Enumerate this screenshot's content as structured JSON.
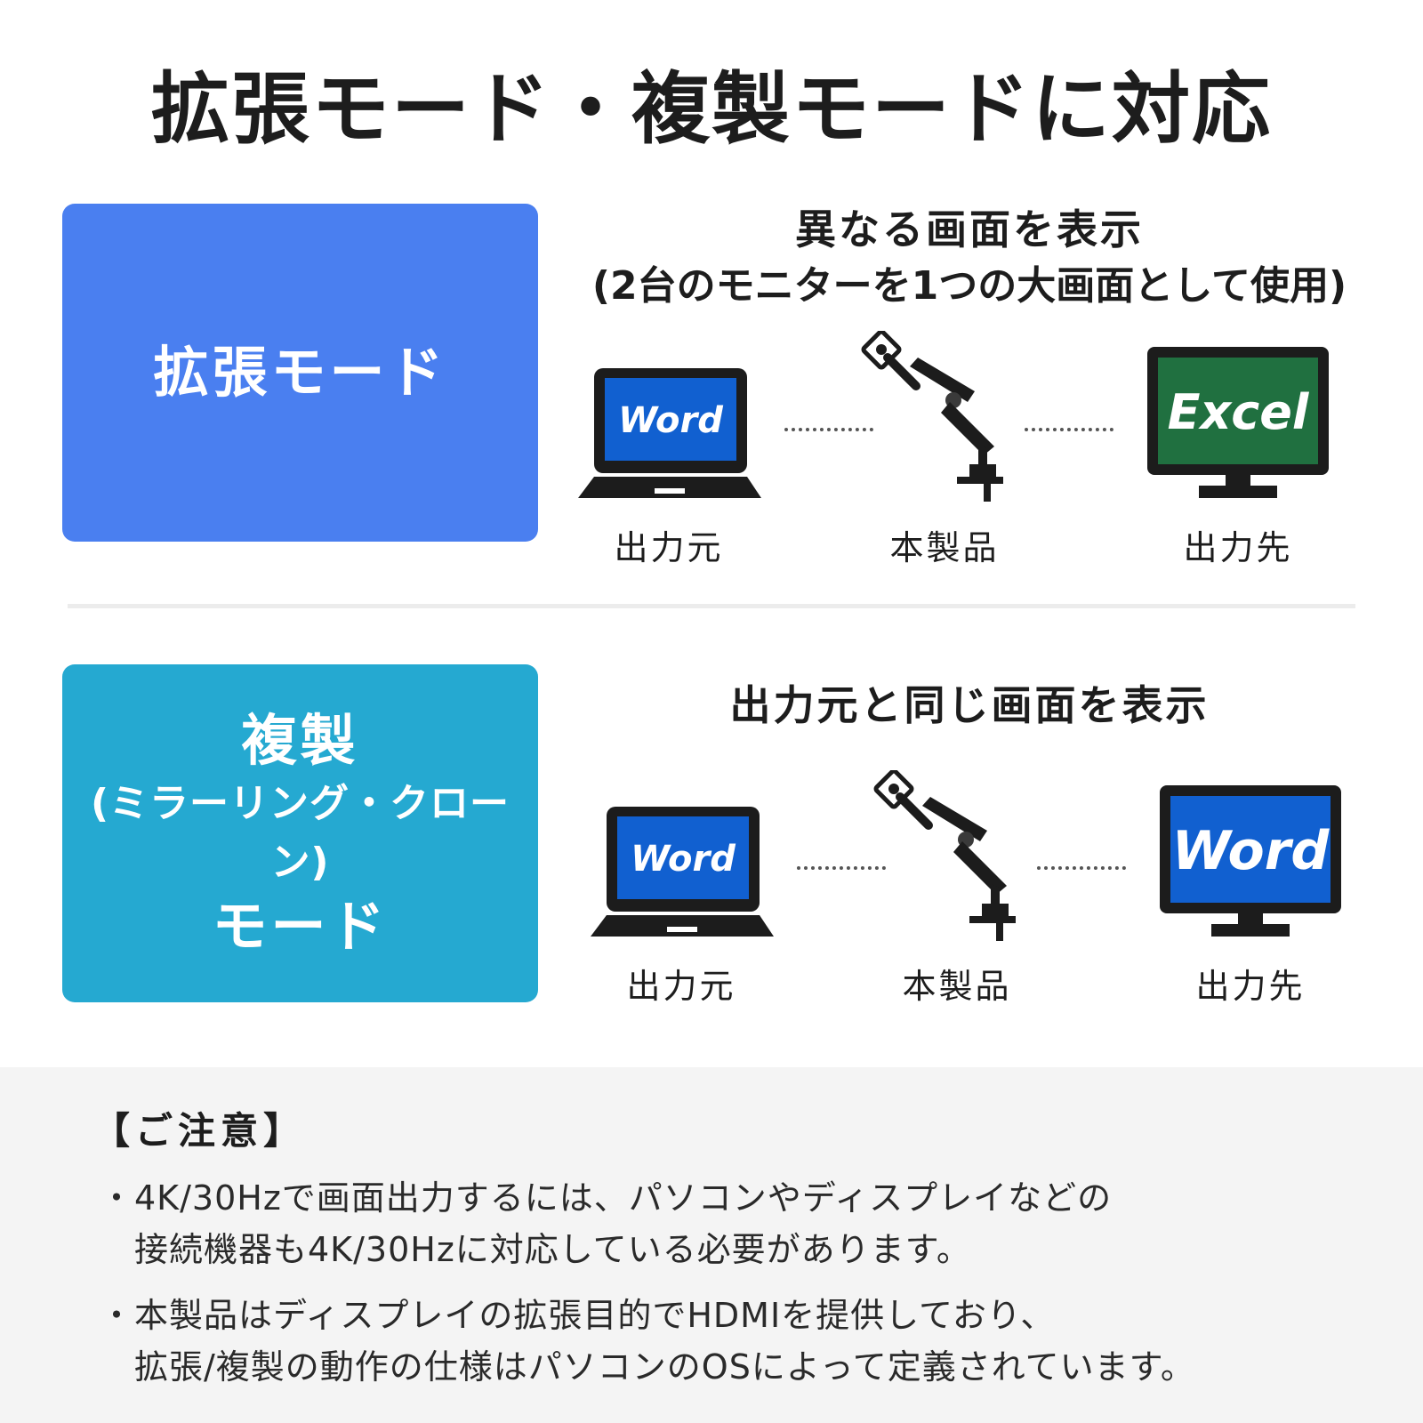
{
  "title": "拡張モード・複製モードに対応",
  "extend": {
    "box_label": "拡張モード",
    "desc_line1": "異なる画面を表示",
    "desc_line2": "(2台のモニターを1つの大画面として使用)",
    "source_label": "出力元",
    "product_label": "本製品",
    "dest_label": "出力先",
    "source_screen_text": "Word",
    "dest_screen_text": "Excel"
  },
  "duplicate": {
    "box_line1": "複製",
    "box_line2": "(ミラーリング・クローン)",
    "box_line3": "モード",
    "desc_line1": "出力元と同じ画面を表示",
    "source_label": "出力元",
    "product_label": "本製品",
    "dest_label": "出力先",
    "source_screen_text": "Word",
    "dest_screen_text": "Word"
  },
  "notice": {
    "title": "【ご注意】",
    "items": [
      {
        "line1": "・4K/30Hzで画面出力するには、パソコンやディスプレイなどの",
        "line2": "　接続機器も4K/30Hzに対応している必要があります。"
      },
      {
        "line1": "・本製品はディスプレイの拡張目的でHDMIを提供しており、",
        "line2": "　拡張/複製の動作の仕様はパソコンのOSによって定義されています。"
      }
    ]
  },
  "colors": {
    "extend_box": "#4a7ff0",
    "duplicate_box": "#25a9d1",
    "word_screen": "#1160d0",
    "excel_screen": "#207040"
  }
}
